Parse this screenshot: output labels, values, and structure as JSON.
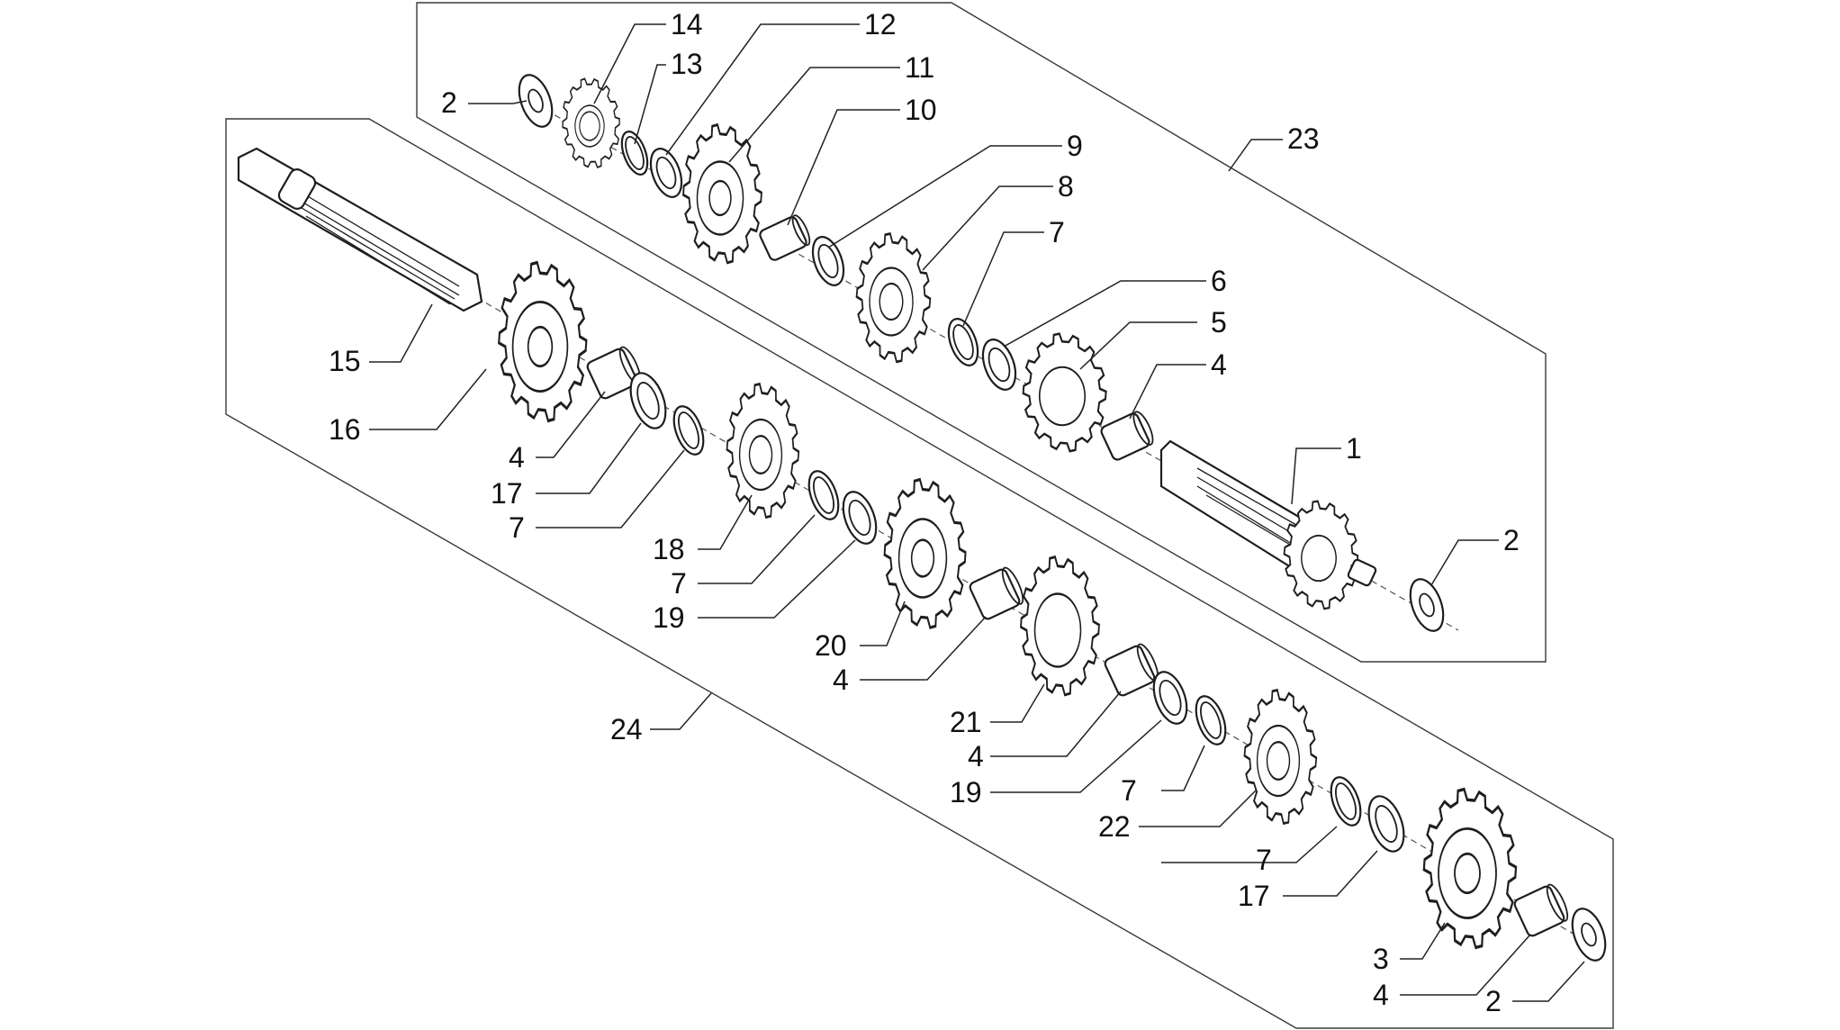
{
  "callouts": [
    {
      "id": "c1",
      "label": "1"
    },
    {
      "id": "c2a",
      "label": "2"
    },
    {
      "id": "c2b",
      "label": "2"
    },
    {
      "id": "c2c",
      "label": "2"
    },
    {
      "id": "c3",
      "label": "3"
    },
    {
      "id": "c4a",
      "label": "4"
    },
    {
      "id": "c4b",
      "label": "4"
    },
    {
      "id": "c4c",
      "label": "4"
    },
    {
      "id": "c4d",
      "label": "4"
    },
    {
      "id": "c4e",
      "label": "4"
    },
    {
      "id": "c5",
      "label": "5"
    },
    {
      "id": "c6",
      "label": "6"
    },
    {
      "id": "c7a",
      "label": "7"
    },
    {
      "id": "c7b",
      "label": "7"
    },
    {
      "id": "c7c",
      "label": "7"
    },
    {
      "id": "c7d",
      "label": "7"
    },
    {
      "id": "c7e",
      "label": "7"
    },
    {
      "id": "c8",
      "label": "8"
    },
    {
      "id": "c9",
      "label": "9"
    },
    {
      "id": "c10",
      "label": "10"
    },
    {
      "id": "c11",
      "label": "11"
    },
    {
      "id": "c12",
      "label": "12"
    },
    {
      "id": "c13",
      "label": "13"
    },
    {
      "id": "c14",
      "label": "14"
    },
    {
      "id": "c15",
      "label": "15"
    },
    {
      "id": "c16",
      "label": "16"
    },
    {
      "id": "c17a",
      "label": "17"
    },
    {
      "id": "c17b",
      "label": "17"
    },
    {
      "id": "c18",
      "label": "18"
    },
    {
      "id": "c19a",
      "label": "19"
    },
    {
      "id": "c19b",
      "label": "19"
    },
    {
      "id": "c20",
      "label": "20"
    },
    {
      "id": "c21",
      "label": "21"
    },
    {
      "id": "c22",
      "label": "22"
    },
    {
      "id": "c23",
      "label": "23"
    },
    {
      "id": "c24",
      "label": "24"
    }
  ]
}
